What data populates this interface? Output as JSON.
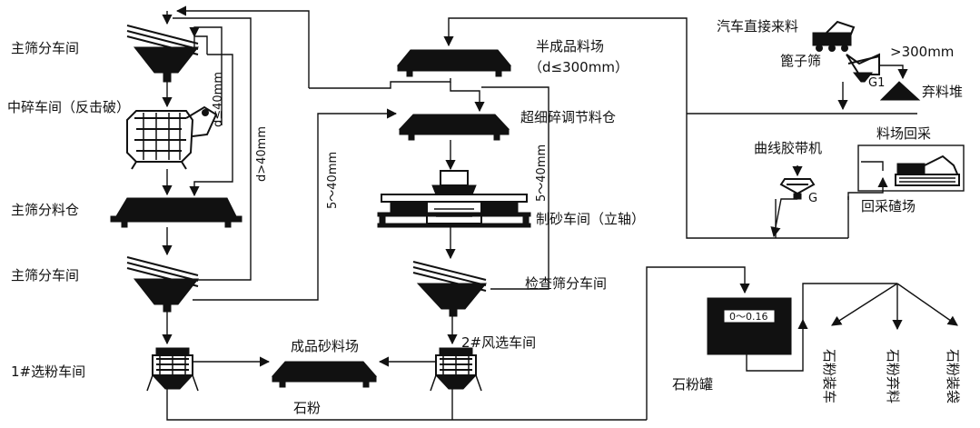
{
  "diagram": {
    "nodes": {
      "primary_screen_top": "主筛分车间",
      "mid_crush": "中碎车间（反击破）",
      "primary_bin": "主筛分料仓",
      "primary_screen_bottom": "主筛分车间",
      "sorter1": "1#选粉车间",
      "semi_stock": "半成品料场",
      "semi_stock_cond": "（d≤300mm）",
      "ultra_bin": "超细碎调节料仓",
      "sand_making": "制砂车间（立轴）",
      "check_screen": "检查筛分车间",
      "sorter2": "2#风选车间",
      "finished_sand": "成品砂料场",
      "stone_powder_out": "石粉",
      "truck_in": "汽车直接来料",
      "grizzly": "篦子筛",
      "oversize": ">300mm",
      "waste_pile": "弃料堆",
      "g1": "G1",
      "curve_belt": "曲线胶带机",
      "g": "G",
      "reclaim": "料场回采",
      "reclaim_site": "回采碴场",
      "powder_tank": "石粉罐",
      "powder_range": "0～0.16",
      "out_truck": "石粉装车",
      "out_waste": "石粉弃料",
      "out_bag": "石粉装袋"
    },
    "edge_labels": {
      "d_le_40": "d≤40mm",
      "d_gt_40": "d>40mm",
      "size_5_40_a": "5～40mm",
      "size_5_40_b": "5～40mm"
    }
  }
}
